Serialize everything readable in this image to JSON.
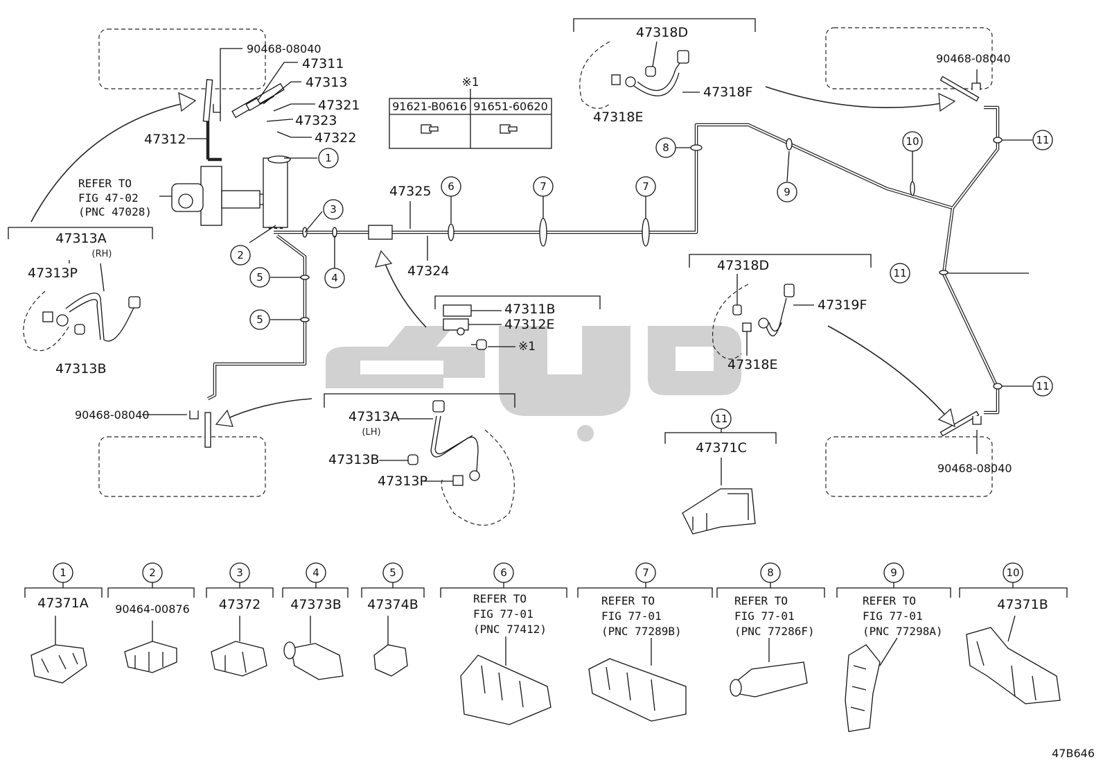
{
  "top_labels": {
    "p90468_tl": "90468-08040",
    "p47311": "47311",
    "p47313": "47313",
    "p47321": "47321",
    "p47323": "47323",
    "p47322": "47322",
    "p47312": "47312",
    "p47325": "47325",
    "p47324": "47324",
    "p47318D_top": "47318D",
    "p47318F": "47318F",
    "p47318E_top": "47318E",
    "p90468_tr": "90468-08040",
    "refer_line1": "REFER TO",
    "refer_line2": "FIG 47-02",
    "refer_line3": "(PNC 47028)"
  },
  "rh_hose": {
    "p47313A": "47313A",
    "side": "(RH)",
    "p47313P": "47313P",
    "p47313B": "47313B"
  },
  "lh_hose": {
    "p47313A": "47313A",
    "side": "(LH)",
    "p47313B": "47313B",
    "p47313P": "47313P"
  },
  "bracket_box": {
    "p47311B": "47311B",
    "p47312E": "47312E",
    "note": "※1"
  },
  "bolt_table": {
    "note": "※1",
    "col1": "91621-B0616",
    "col2": "91651-60620"
  },
  "rear_right_hose": {
    "p47318D": "47318D",
    "p47319F": "47319F",
    "p47318E": "47318E"
  },
  "lower_left": {
    "p90468": "90468-08040"
  },
  "lower_right": {
    "p90468": "90468-08040"
  },
  "clamp11": {
    "num": "11",
    "part": "47371C"
  },
  "callouts": [
    "1",
    "2",
    "3",
    "4",
    "5",
    "5",
    "6",
    "7",
    "7",
    "8",
    "9",
    "10",
    "11",
    "11",
    "11"
  ],
  "legend": [
    {
      "num": "1",
      "part": "47371A"
    },
    {
      "num": "2",
      "part": "90464-00876"
    },
    {
      "num": "3",
      "part": "47372"
    },
    {
      "num": "4",
      "part": "47373B"
    },
    {
      "num": "5",
      "part": "47374B"
    },
    {
      "num": "6",
      "ref1": "REFER TO",
      "ref2": "FIG 77-01",
      "ref3": "(PNC 77412)"
    },
    {
      "num": "7",
      "ref1": "REFER TO",
      "ref2": "FIG 77-01",
      "ref3": "(PNC 77289B)"
    },
    {
      "num": "8",
      "ref1": "REFER TO",
      "ref2": "FIG 77-01",
      "ref3": "(PNC 77286F)"
    },
    {
      "num": "9",
      "ref1": "REFER TO",
      "ref2": "FIG 77-01",
      "ref3": "(PNC 77298A)"
    },
    {
      "num": "10",
      "part": "47371B"
    }
  ],
  "figure_code": "47B646"
}
